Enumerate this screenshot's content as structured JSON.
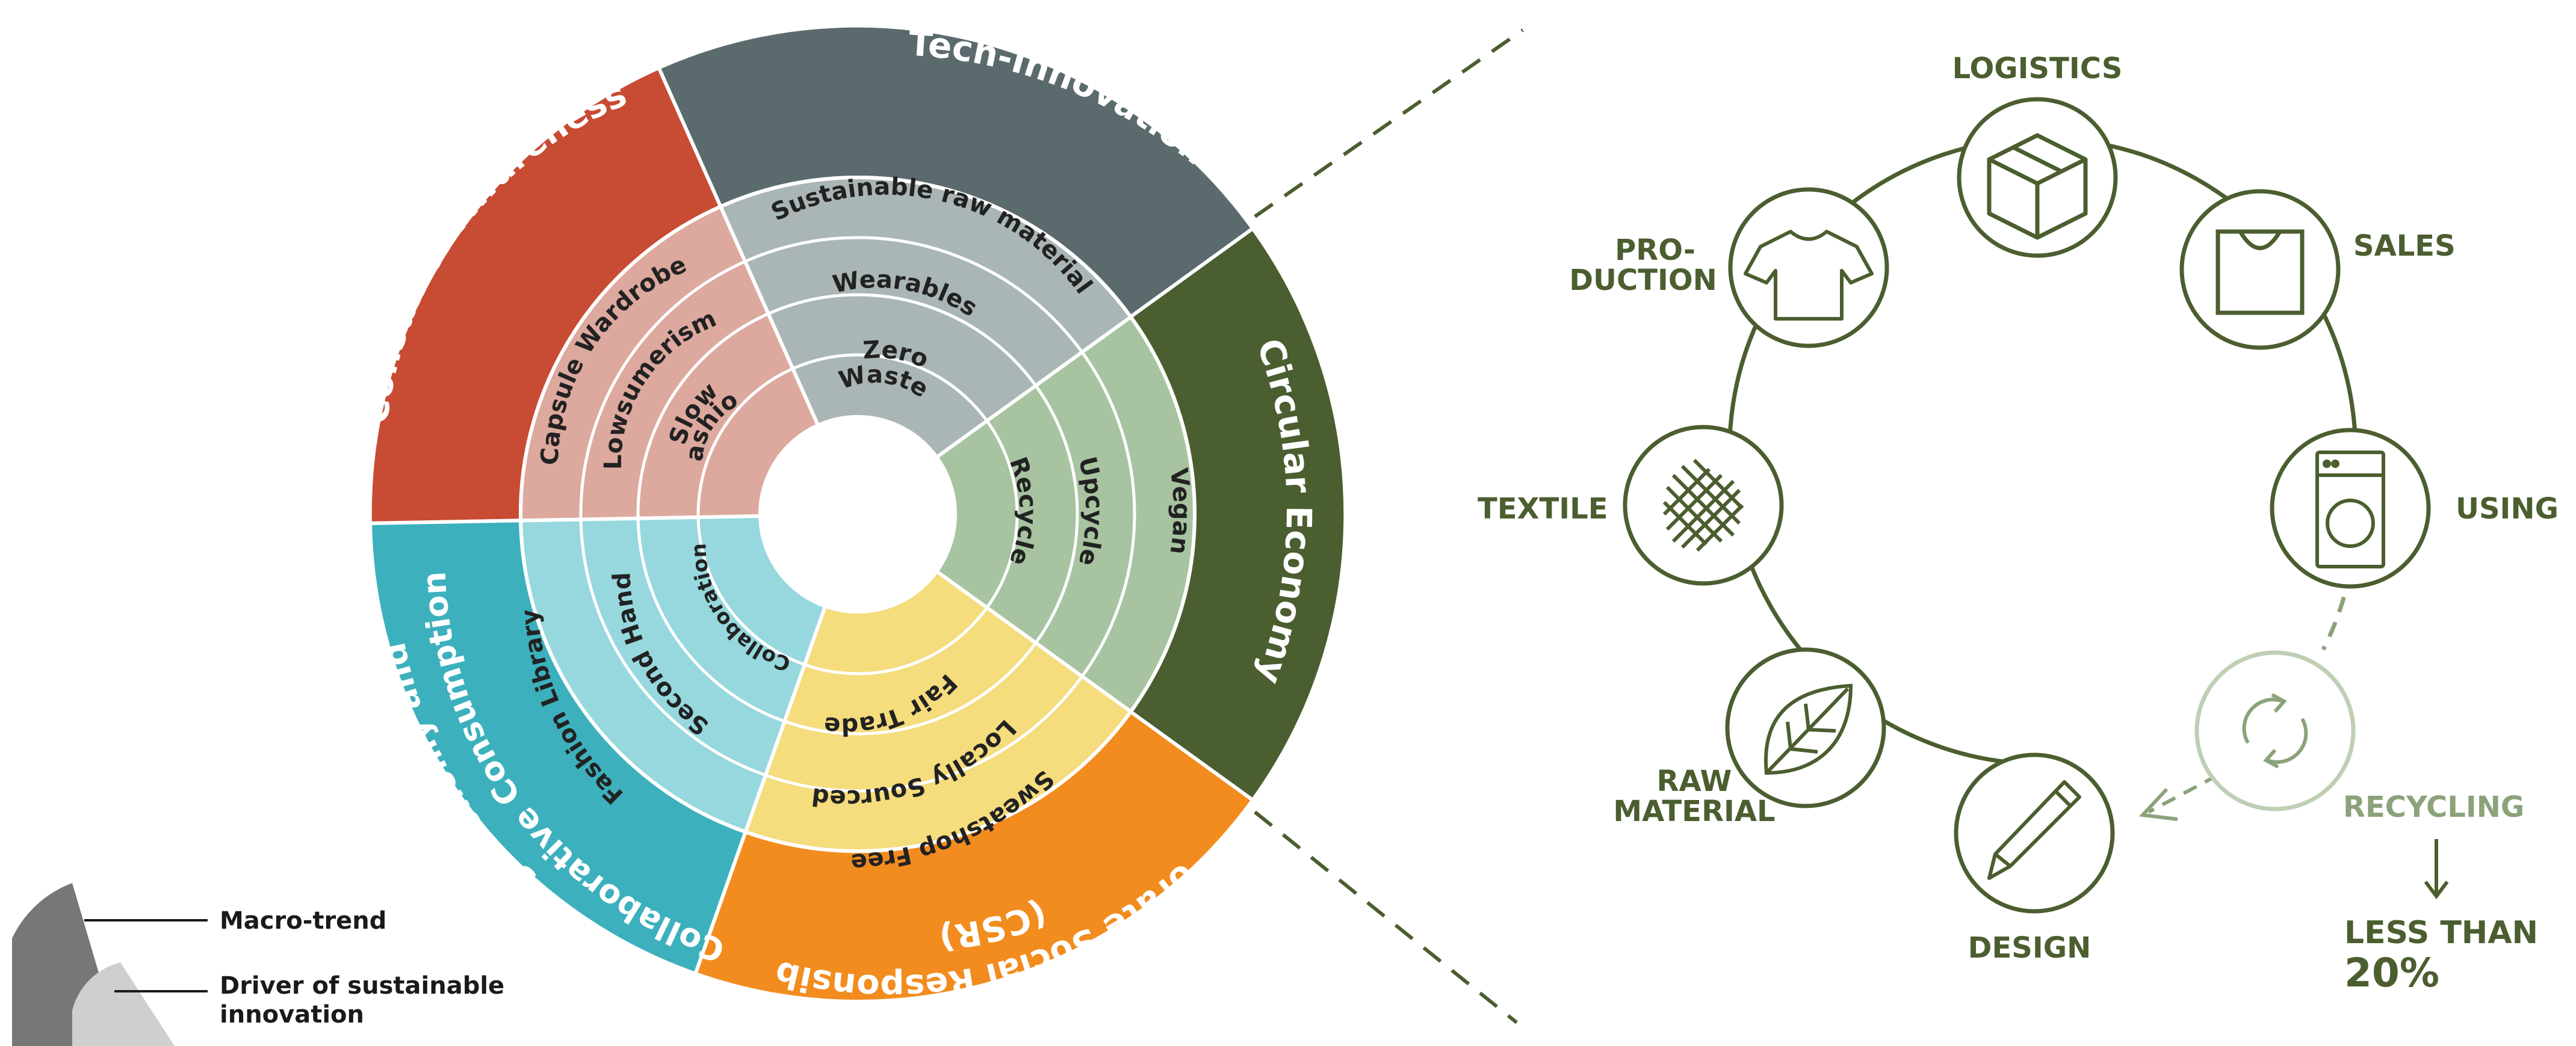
{
  "colors": {
    "consumer_outer": "#c84b33",
    "consumer_mid": "#dda89d",
    "tech_outer": "#5b6b6d",
    "tech_mid": "#aab5b5",
    "circular_outer": "#4b5e2f",
    "circular_mid": "#a7c3a0",
    "csr_outer": "#f28c1f",
    "csr_mid": "#f5dc7c",
    "sharing_outer": "#3db0bd",
    "sharing_mid": "#96d8dd",
    "cycle_green": "#4b5e2f",
    "cycle_faded": "#8ba27a"
  },
  "wheel": {
    "macro_trends": [
      {
        "id": "consumer",
        "label": "Consumer Awareness"
      },
      {
        "id": "tech",
        "label": "Tech-Innovation"
      },
      {
        "id": "circular",
        "label": "Circular Economy"
      },
      {
        "id": "csr",
        "lines": [
          "(CSR)",
          "Corporate Social Responsibility"
        ]
      },
      {
        "id": "sharing",
        "lines": [
          "Collaborative Consumption",
          "Sharing Economy and"
        ]
      }
    ],
    "drivers": {
      "consumer": [
        "Capsule Wardrobe",
        "Lowsumerism",
        "Slow",
        "Fashion"
      ],
      "tech": [
        "Sustainable raw material",
        "Wearables",
        "Zero",
        "Waste"
      ],
      "circular": [
        "Vegan",
        "Upcycle",
        "Recycle"
      ],
      "csr": [
        "Sweatshop Free",
        "Locally Sourced",
        "Fair Trade"
      ],
      "sharing": [
        "Fashion Library",
        "Second Hand",
        "Collaboration"
      ]
    }
  },
  "legend": {
    "macro": "Macro-trend",
    "driver_line1": "Driver of sustainable",
    "driver_line2": "innovation"
  },
  "cycle": {
    "stages": [
      {
        "id": "logistics",
        "label": "LOGISTICS",
        "icon": "box-icon"
      },
      {
        "id": "sales",
        "label": "SALES",
        "icon": "shopping-bag-icon"
      },
      {
        "id": "using",
        "label": "USING",
        "icon": "washing-machine-icon"
      },
      {
        "id": "recycling",
        "label": "RECYCLING",
        "icon": "recycle-arrows-icon"
      },
      {
        "id": "design",
        "label": "DESIGN",
        "icon": "pencil-icon"
      },
      {
        "id": "raw",
        "lines": [
          "RAW",
          "MATERIAL"
        ],
        "icon": "leaf-icon"
      },
      {
        "id": "textile",
        "label": "TEXTILE",
        "icon": "fabric-weave-icon"
      },
      {
        "id": "production",
        "lines": [
          "PRO-",
          "DUCTION"
        ],
        "icon": "tshirt-icon"
      }
    ],
    "recycling_note": [
      "LESS THAN",
      "20%"
    ]
  }
}
